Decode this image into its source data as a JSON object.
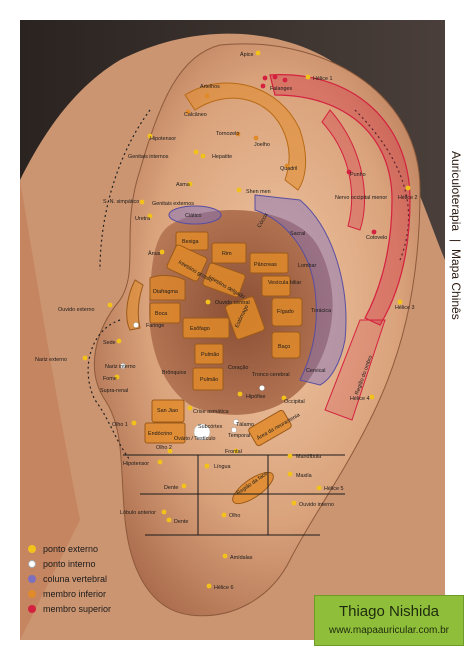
{
  "side_title": {
    "left": "Auriculoterapia",
    "separator": "|",
    "right": "Mapa Chinês"
  },
  "colors": {
    "ponto_externo": "#f2c21b",
    "ponto_interno": "#ffffff",
    "coluna_vertebral": "#7d6fc0",
    "membro_inferior": "#e18a2a",
    "membro_superior": "#d4213f"
  },
  "legend": [
    {
      "label": "ponto externo",
      "color": "#f2c21b"
    },
    {
      "label": "ponto interno",
      "color": "#ffffff"
    },
    {
      "label": "coluna vertebral",
      "color": "#7d6fc0"
    },
    {
      "label": "membro inferior",
      "color": "#e18a2a"
    },
    {
      "label": "membro superior",
      "color": "#d4213f"
    }
  ],
  "author": {
    "name": "Thiago Nishida",
    "url": "www.mapaauricular.com.br"
  },
  "labels": {
    "apice": "Ápice",
    "helice1": "Hélice 1",
    "artelhos": "Artelhos",
    "falanges": "Falanges",
    "calcaneo": "Calcâneo",
    "tornozelo": "Tornozelo",
    "joelho": "Joelho",
    "quadril": "Quadril",
    "hipotensor_top": "Hipotensor",
    "genitais_internos": "Genitais internos",
    "hepatite": "Hepatite",
    "punho": "Punho",
    "asma": "Asma",
    "shen_men": "Shen men",
    "nervo_occipital": "Nervo occipital menor",
    "helice2": "Hélice 2",
    "sn_simpatico": "S. N. simpático",
    "genitais_externos": "Genitais externos",
    "ciatico": "Ciático",
    "coccix": "Cóccix",
    "sacral": "Sacral",
    "cotovelo": "Cotovelo",
    "uretra": "Uretra",
    "bexiga": "Bexiga",
    "rim": "Rim",
    "anus": "Ânus",
    "intestino_grosso": "Intestino grosso",
    "intestino_delgado": "Intestino delgado",
    "pancreas": "Pâncreas",
    "lombar": "Lombar",
    "vesicula_biliar": "Vesícula biliar",
    "ouvido_externo": "Ouvido externo",
    "diafragma": "Diafragma",
    "ouvido_central": "Ouvido central",
    "helice3": "Hélice 3",
    "toracica": "Torácica",
    "boca": "Boca",
    "faringe": "Faringe",
    "estomago": "Estômago",
    "esofago": "Esôfago",
    "figado": "Fígado",
    "regiao_ombro": "Região do ombro",
    "sede": "Sede",
    "nariz_externo": "Nariz externo",
    "nariz_interno": "Nariz interno",
    "pulmao_top": "Pulmão",
    "baco": "Baço",
    "bronquios": "Brônquios",
    "coracao": "Coração",
    "fome": "Fome",
    "pulmao_bottom": "Pulmão",
    "cervical": "Cervical",
    "supra_renal": "Supra-renal",
    "tronco_cerebral": "Tronco cerebral",
    "hipofise": "Hipófise",
    "occipital": "Occipital",
    "helice4": "Hélice 4",
    "san_jiao": "San Jiao",
    "crise_asmatica": "Crise asmática",
    "olho1": "Olho 1",
    "endocrino": "Endócrino",
    "subcortex": "Subcórtex",
    "talamo": "Tálamo",
    "temporal": "Temporal",
    "area_neurastenia": "Área da neurastenia",
    "ovario_testiculo": "Ovário / Testículo",
    "olho2": "Olho 2",
    "frontal": "Frontal",
    "mandibula": "Mandíbula",
    "hipotensor_bottom": "Hipotensor",
    "lingua": "Língua",
    "maxila": "Maxila",
    "dente_top": "Dente",
    "regiao_face": "Região da face",
    "helice5": "Hélice 5",
    "lobulo_anterior": "Lóbulo anterior",
    "olho": "Olho",
    "ouvido_interno": "Ouvido interno",
    "dente_bottom": "Dente",
    "amidalas": "Amídalas",
    "helice6": "Hélice 6"
  }
}
